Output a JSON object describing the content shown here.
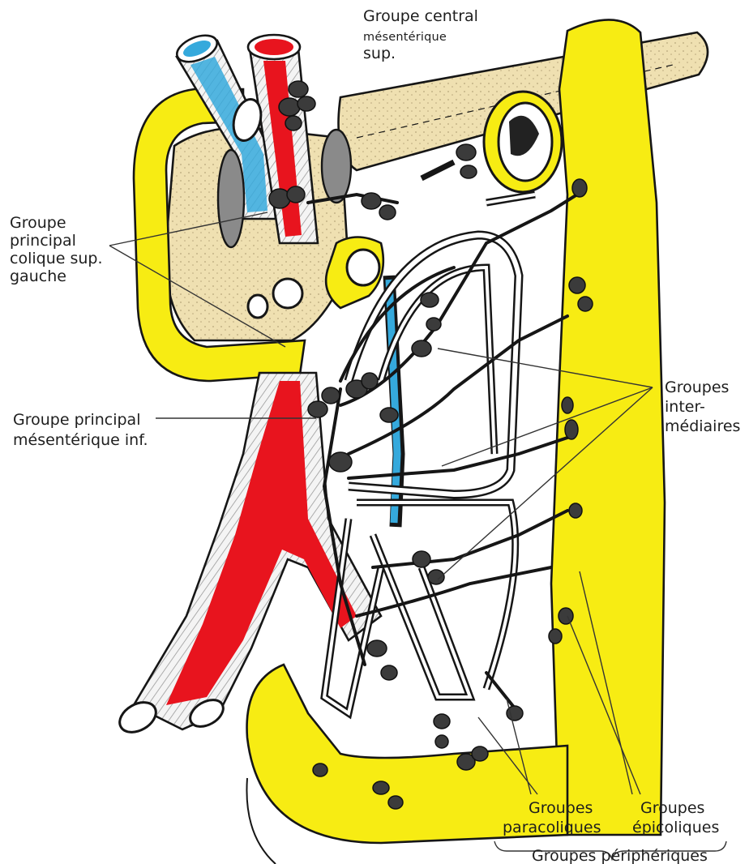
{
  "labels": {
    "central_line1": "Groupe central",
    "central_line2": "mésentérique",
    "central_line3": "sup.",
    "colique_line1": "Groupe",
    "colique_line2": "principal",
    "colique_line3": "colique sup.",
    "colique_line4": "gauche",
    "mesinf_line1": "Groupe principal",
    "mesinf_line2": "mésentérique inf.",
    "inter_line1": "Groupes",
    "inter_line2": "inter-",
    "inter_line3": "médiaires",
    "para_line1": "Groupes",
    "para_line2": "paracoliques",
    "epi_line1": "Groupes",
    "epi_line2": "épicoliques",
    "periph": "Groupes périphériques"
  },
  "colors": {
    "colon": "#f7ec13",
    "artery": "#e8141e",
    "vein": "#35a9dc",
    "pancreas": "#efe0b1",
    "node": "#3b3b3b",
    "outline": "#161616"
  }
}
